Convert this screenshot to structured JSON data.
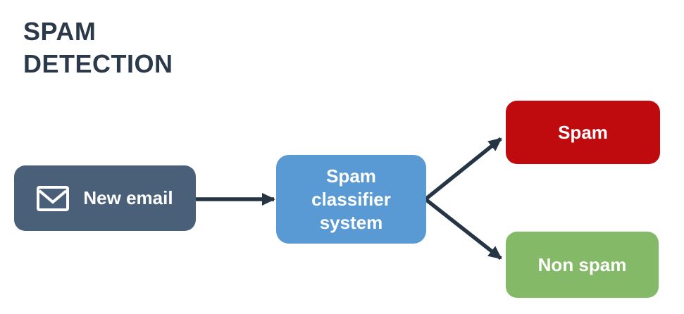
{
  "title": "SPAM\nDETECTION",
  "colors": {
    "background": "#ffffff",
    "title": "#2b3a4a",
    "arrow": "#253544",
    "node_text": "#ffffff",
    "new_email_bg": "#4a6078",
    "classifier_bg": "#5a9ad4",
    "spam_bg": "#c00b0e",
    "non_spam_bg": "#84ba67"
  },
  "nodes": {
    "new_email": {
      "label": "New email",
      "icon": "envelope-icon",
      "color": "#4a6078"
    },
    "classifier": {
      "label": "Spam\nclassifier\nsystem",
      "color": "#5a9ad4"
    },
    "spam": {
      "label": "Spam",
      "color": "#c00b0e"
    },
    "non_spam": {
      "label": "Non spam",
      "color": "#84ba67"
    }
  },
  "diagram": {
    "type": "flowchart",
    "edges": [
      {
        "from": "new_email",
        "to": "classifier"
      },
      {
        "from": "classifier",
        "to": "spam"
      },
      {
        "from": "classifier",
        "to": "non_spam"
      }
    ]
  }
}
